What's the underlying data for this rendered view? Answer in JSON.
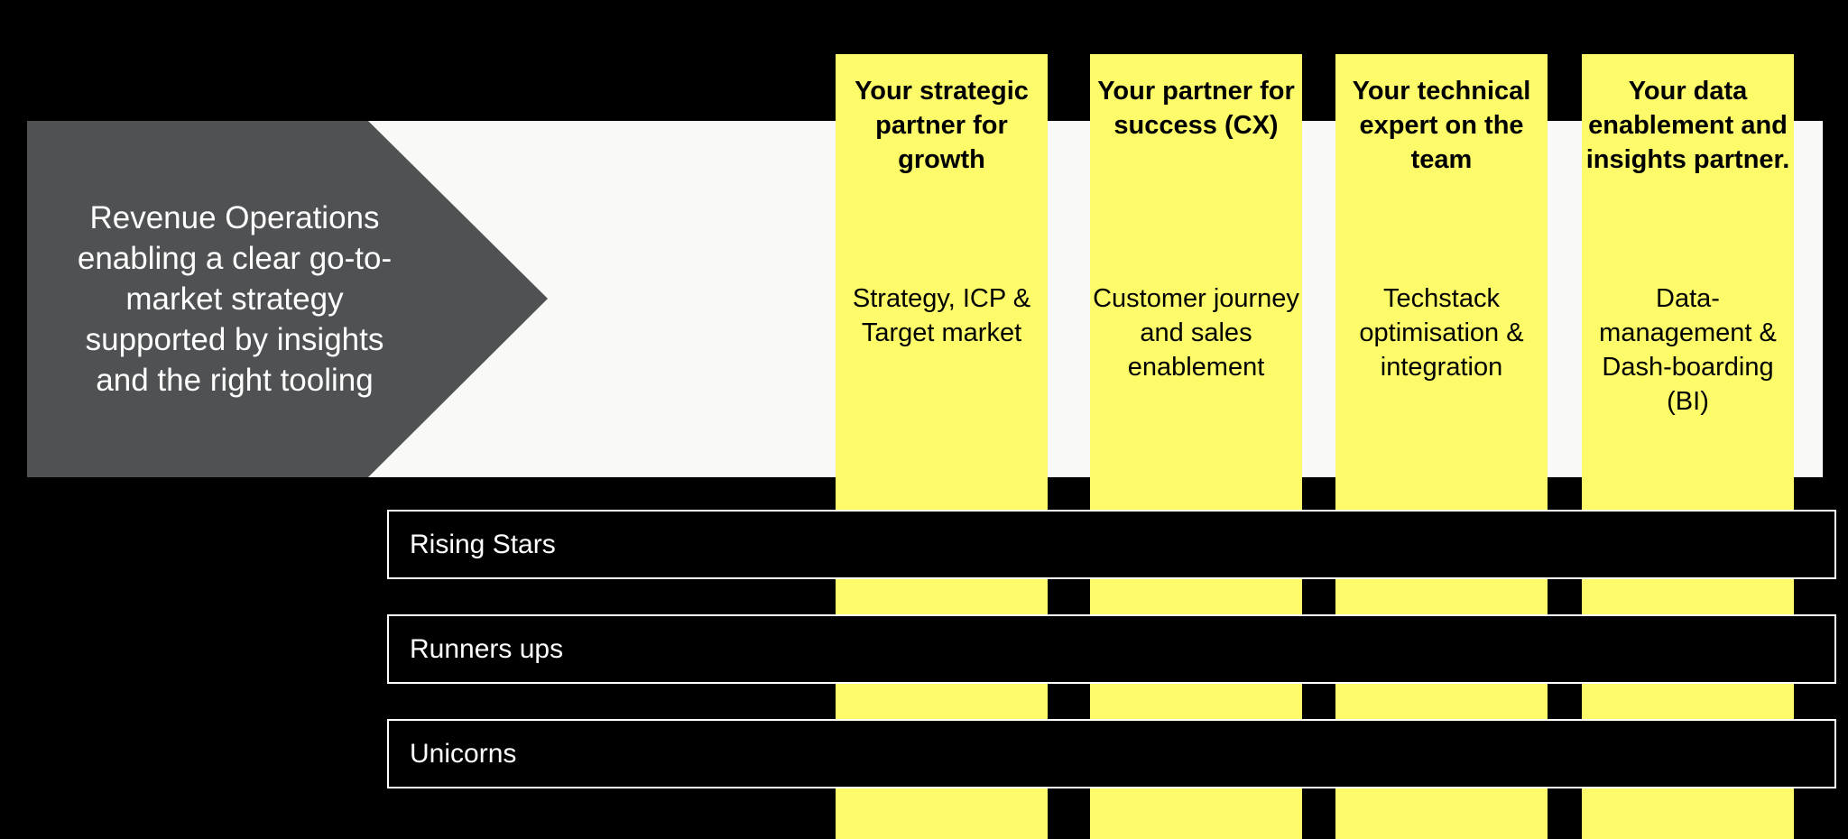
{
  "arrow": {
    "text": "Revenue Operations enabling a clear go-to-market strategy supported by insights and the right tooling"
  },
  "columns": [
    {
      "title": "Your strategic partner for growth",
      "subtitle": "Strategy, ICP & Target market"
    },
    {
      "title": "Your partner for success (CX)",
      "subtitle": "Customer journey and sales enablement"
    },
    {
      "title": "Your technical expert on the team",
      "subtitle": "Techstack optimisation & integration"
    },
    {
      "title": "Your data enablement and insights partner.",
      "subtitle": "Data-management & Dash-boarding (BI)"
    }
  ],
  "tiers": [
    {
      "label": "Rising Stars"
    },
    {
      "label": "Runners ups"
    },
    {
      "label": "Unicorns"
    }
  ],
  "colors": {
    "background": "#000000",
    "band": "#f9f9f7",
    "arrow": "#4f5153",
    "column": "#fdfb6a",
    "tier_border": "#ffffff"
  }
}
